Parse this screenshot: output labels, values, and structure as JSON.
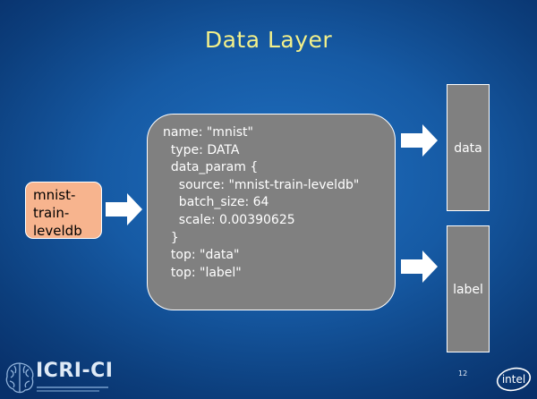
{
  "slide": {
    "title": "Data Layer",
    "page_number": "12"
  },
  "source": {
    "lines": [
      "mnist-",
      "train-",
      "leveldb"
    ]
  },
  "layer": {
    "lines": [
      "name: \"mnist\"",
      "  type: DATA",
      "  data_param {",
      "    source: \"mnist-train-leveldb\"",
      "    batch_size: 64",
      "    scale: 0.00390625",
      "  }",
      "  top: \"data\"",
      "  top: \"label\""
    ]
  },
  "outputs": {
    "data": "data",
    "label": "label"
  },
  "logos": {
    "icri": "ICRI-CI",
    "intel": "intel"
  },
  "colors": {
    "title": "#f3f08a",
    "source_box": "#f7b48e",
    "layer_box": "#808080",
    "arrow": "#ffffff"
  }
}
